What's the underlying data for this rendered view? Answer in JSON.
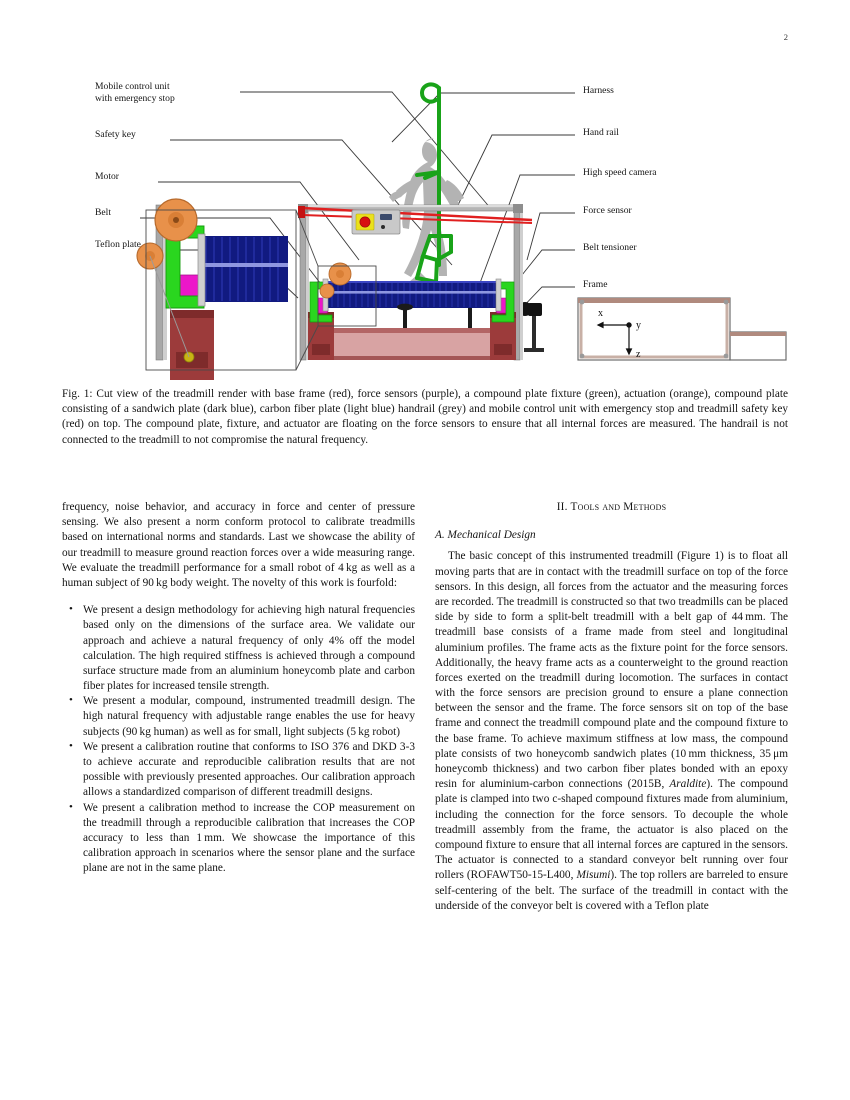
{
  "header": {
    "page_number": "2"
  },
  "figure": {
    "labels_left": [
      {
        "id": "mobile-control-unit",
        "line1": "Mobile control unit",
        "line2": "with emergency stop"
      },
      {
        "id": "safety-key",
        "line1": "Safety key",
        "line2": ""
      },
      {
        "id": "motor",
        "line1": "Motor",
        "line2": ""
      },
      {
        "id": "belt",
        "line1": "Belt",
        "line2": ""
      },
      {
        "id": "teflon-plate",
        "line1": "Teflon plate",
        "line2": ""
      }
    ],
    "labels_right": [
      {
        "id": "harness",
        "text": "Harness"
      },
      {
        "id": "hand-rail",
        "text": "Hand rail"
      },
      {
        "id": "high-speed-camera",
        "text": "High speed camera"
      },
      {
        "id": "force-sensor",
        "text": "Force sensor"
      },
      {
        "id": "belt-tensioner",
        "text": "Belt tensioner"
      },
      {
        "id": "frame",
        "text": "Frame"
      }
    ],
    "axes": {
      "x": "x",
      "y": "y",
      "z": "z"
    },
    "colors": {
      "base_frame": "#a63a3a",
      "base_frame_dark": "#8d3030",
      "force_sensor": "#ec17c9",
      "fixture": "#2ad61f",
      "actuation": "#e8914a",
      "sandwich_plate": "#141f8c",
      "carbon_fiber_plate": "#4a6fd4",
      "handrail": "#9a9a9a",
      "control_unit_red": "#e01b1b",
      "human": "#b0b0b0",
      "camera": "#111111",
      "frame_outline": "#6f6f6f"
    },
    "caption": "Fig. 1: Cut view of the treadmill render with base frame (red), force sensors (purple), a compound plate fixture (green), actuation (orange), compound plate consisting of a sandwich plate (dark blue), carbon fiber plate (light blue) handrail (grey) and mobile control unit with emergency stop and treadmill safety key (red) on top. The compound plate, fixture, and actuator are floating on the force sensors to ensure that all internal forces are measured. The handrail is not connected to the treadmill to not compromise the natural frequency."
  },
  "left_column": {
    "intro_paragraph": "frequency, noise behavior, and accuracy in force and center of pressure sensing. We also present a norm conform protocol to calibrate treadmills based on international norms and standards. Last we showcase the ability of our treadmill to measure ground reaction forces over a wide measuring range. We evaluate the treadmill performance for a small robot of 4 kg as well as a human subject of 90 kg body weight. The novelty of this work is fourfold:",
    "bullets": [
      "We present a design methodology for achieving high natural frequencies based only on the dimensions of the surface area. We validate our approach and achieve a natural frequency of only 4% off the model calculation. The high required stiffness is achieved through a compound surface structure made from an aluminium honeycomb plate and carbon fiber plates for increased tensile strength.",
      "We present a modular, compound, instrumented treadmill design. The high natural frequency with adjustable range enables the use for heavy subjects (90 kg human) as well as for small, light subjects (5 kg robot)",
      "We present a calibration routine that conforms to ISO 376 and DKD 3-3 to achieve accurate and reproducible calibration results that are not possible with previously presented approaches. Our calibration approach allows a standardized comparison of different treadmill designs.",
      "We present a calibration method to increase the COP measurement on the treadmill through a reproducible calibration that increases the COP accuracy to less than 1 mm. We showcase the importance of this calibration approach in scenarios where the sensor plane and the surface plane are not in the same plane."
    ]
  },
  "right_column": {
    "section_numeral": "II.",
    "section_title": "Tools and Methods",
    "subsection_title": "A.  Mechanical Design",
    "paragraph_1_part_a": "The basic concept of this instrumented treadmill (Figure 1) is to float all moving parts that are in contact with the treadmill surface on top of the force sensors. In this design, all forces from the actuator and the measuring forces are recorded. The treadmill is constructed so that two treadmills can be placed side by side to form a split-belt treadmill with a belt gap of 44 mm. The treadmill base consists of a frame made from steel and longitudinal aluminium profiles. The frame acts as the fixture point for the force sensors. Additionally, the heavy frame acts as a counterweight to the ground reaction forces exerted on the treadmill during locomotion. The surfaces in contact with the force sensors are precision ground to ensure a plane connection between the sensor and the frame. The force sensors sit on top of the base frame and connect the treadmill compound plate and the compound fixture to the base frame. To achieve maximum stiffness at low mass, the compound plate consists of two honeycomb sandwich plates (10 mm thickness, 35 μm honeycomb thickness) and two carbon fiber plates bonded with an epoxy resin for aluminium-carbon connections (2015B, ",
    "paragraph_1_italic_1": "Araldite",
    "paragraph_1_part_b": "). The compound plate is clamped into two c-shaped compound fixtures made from aluminium, including the connection for the force sensors. To decouple the whole treadmill assembly from the frame, the actuator is also placed on the compound fixture to ensure that all internal forces are captured in the sensors. The actuator is connected to a standard conveyor belt running over four rollers (ROFAWT50-15-L400, ",
    "paragraph_1_italic_2": "Misumi",
    "paragraph_1_part_c": "). The top rollers are barreled to ensure self-centering of the belt. The surface of the treadmill in contact with the underside of the conveyor belt is covered with a Teflon plate"
  }
}
